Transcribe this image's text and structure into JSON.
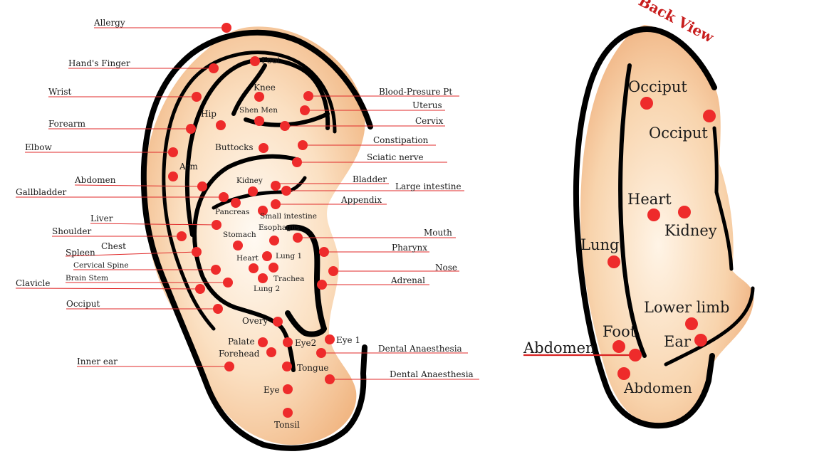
{
  "front": {
    "labels": {
      "allergy": "Allergy",
      "hands_finger": "Hand's Finger",
      "wrist": "Wrist",
      "forearm": "Forearm",
      "elbow": "Elbow",
      "abdomen": "Abdomen",
      "gallbladder": "Gallbladder",
      "liver": "Liver",
      "shoulder": "Shoulder",
      "chest": "Chest",
      "spleen": "Spleen",
      "cervical_spine": "Cervical Spine",
      "brain_stem": "Brain Stem",
      "clavicle": "Clavicle",
      "occiput": "Occiput",
      "inner_ear": "Inner ear",
      "foot": "Foot",
      "knee": "Knee",
      "shen_men": "Shen Men",
      "hip": "Hip",
      "buttocks": "Buttocks",
      "arm": "Arm",
      "kidney": "Kidney",
      "pancreas": "Pancreas",
      "small_intestine": "Small intestine",
      "stomach": "Stomach",
      "esophagus": "Esophagus",
      "heart": "Heart",
      "lung1": "Lung 1",
      "trachea": "Trachea",
      "lung2": "Lung 2",
      "overy": "Overy",
      "palate": "Palate",
      "forehead": "Forehead",
      "eye2": "Eye2",
      "eye1": "Eye 1",
      "tongue": "Tongue",
      "eye": "Eye",
      "tonsil": "Tonsil",
      "blood_pressure": "Blood-Presure Pt",
      "uterus": "Uterus",
      "cervix": "Cervix",
      "constipation": "Constipation",
      "sciatic_nerve": "Sciatic nerve",
      "bladder": "Bladder",
      "large_intestine": "Large intestine",
      "appendix": "Appendix",
      "mouth": "Mouth",
      "pharynx": "Pharynx",
      "nose": "Nose",
      "adrenal": "Adrenal",
      "dental1": "Dental Anaesthesia",
      "dental2": "Dental Anaesthesia"
    }
  },
  "back": {
    "title": "Back View",
    "labels": {
      "occiput1": "Occiput",
      "occiput2": "Occiput",
      "heart": "Heart",
      "kidney": "Kidney",
      "lung": "Lung",
      "lower_limb": "Lower limb",
      "foot": "Foot",
      "ear": "Ear",
      "abdomen_lead": "Abdomen",
      "abdomen": "Abdomen"
    }
  }
}
